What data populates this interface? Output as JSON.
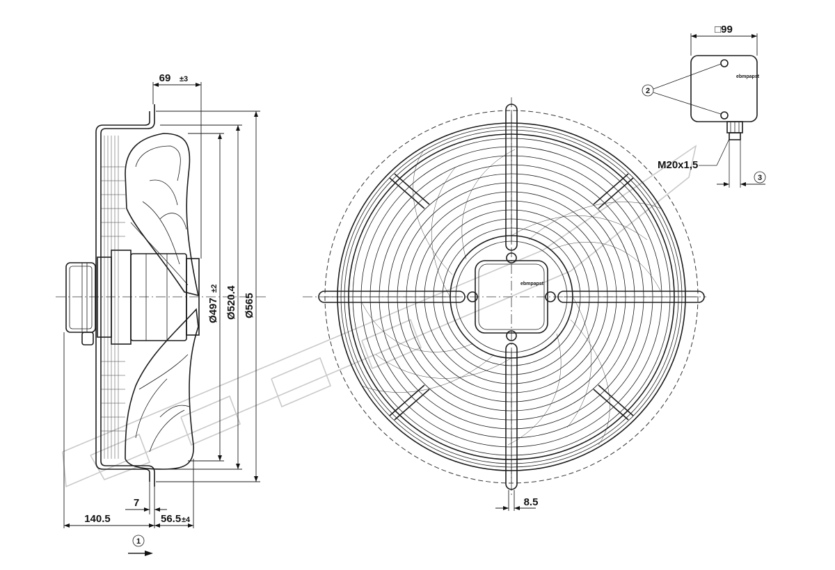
{
  "drawing": {
    "brand_label": "ebmpapst",
    "dimensions": {
      "depth_hub": "69",
      "depth_hub_tol": "±3",
      "dia_blade": "Ø497",
      "dia_blade_tol": "±2",
      "dia_ring": "Ø520.4",
      "dia_outer": "Ø565",
      "flange_offset": "7",
      "total_depth": "140.5",
      "depth_front": "56.5",
      "depth_front_tol": "±4",
      "slot_width": "8.5",
      "box_size": "□99",
      "cable_gland": "M20x1,5"
    },
    "callouts": {
      "airflow": "1",
      "screws": "2",
      "gland_dia": "3"
    }
  }
}
